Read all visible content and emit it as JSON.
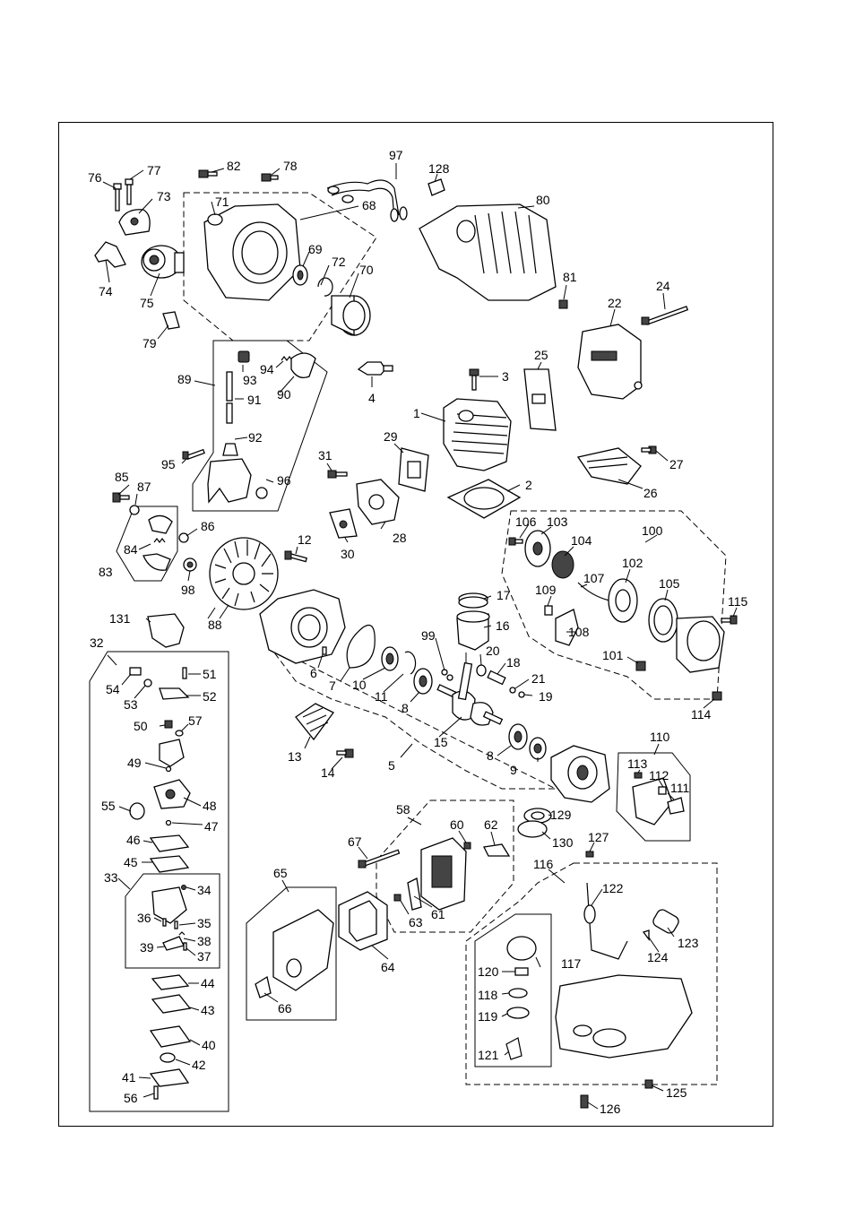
{
  "parts": {
    "p1": "1",
    "p2": "2",
    "p3": "3",
    "p4": "4",
    "p5": "5",
    "p6": "6",
    "p7": "7",
    "p8a": "8",
    "p8b": "8",
    "p9": "9",
    "p10": "10",
    "p11": "11",
    "p12": "12",
    "p13": "13",
    "p14": "14",
    "p15": "15",
    "p16": "16",
    "p17": "17",
    "p18": "18",
    "p19": "19",
    "p20": "20",
    "p21": "21",
    "p22": "22",
    "p24": "24",
    "p25": "25",
    "p26": "26",
    "p27": "27",
    "p28": "28",
    "p29": "29",
    "p30": "30",
    "p31": "31",
    "p32": "32",
    "p33": "33",
    "p34": "34",
    "p35": "35",
    "p36": "36",
    "p37": "37",
    "p38": "38",
    "p39": "39",
    "p40": "40",
    "p41": "41",
    "p42": "42",
    "p43": "43",
    "p44": "44",
    "p45": "45",
    "p46": "46",
    "p47": "47",
    "p48": "48",
    "p49": "49",
    "p50": "50",
    "p51": "51",
    "p52": "52",
    "p53": "53",
    "p54": "54",
    "p55": "55",
    "p56": "56",
    "p57": "57",
    "p58": "58",
    "p60": "60",
    "p61": "61",
    "p62": "62",
    "p63": "63",
    "p64": "64",
    "p65": "65",
    "p66": "66",
    "p67": "67",
    "p68": "68",
    "p69": "69",
    "p70": "70",
    "p71": "71",
    "p72": "72",
    "p73": "73",
    "p74": "74",
    "p75": "75",
    "p76": "76",
    "p77": "77",
    "p78": "78",
    "p79": "79",
    "p80": "80",
    "p81": "81",
    "p82": "82",
    "p83": "83",
    "p84": "84",
    "p85": "85",
    "p86": "86",
    "p87": "87",
    "p88": "88",
    "p89": "89",
    "p90": "90",
    "p91": "91",
    "p92": "92",
    "p93": "93",
    "p94": "94",
    "p95": "95",
    "p96": "96",
    "p97": "97",
    "p98": "98",
    "p99": "99",
    "p100": "100",
    "p101": "101",
    "p102": "102",
    "p103": "103",
    "p104": "104",
    "p105": "105",
    "p106": "106",
    "p107": "107",
    "p108": "108",
    "p109": "109",
    "p110": "110",
    "p111": "111",
    "p112": "112",
    "p113": "113",
    "p114": "114",
    "p115": "115",
    "p116": "116",
    "p117": "117",
    "p118": "118",
    "p119": "119",
    "p120": "120",
    "p121": "121",
    "p122": "122",
    "p123": "123",
    "p124": "124",
    "p125": "125",
    "p126": "126",
    "p127": "127",
    "p128": "128",
    "p129": "129",
    "p130": "130",
    "p131": "131"
  }
}
